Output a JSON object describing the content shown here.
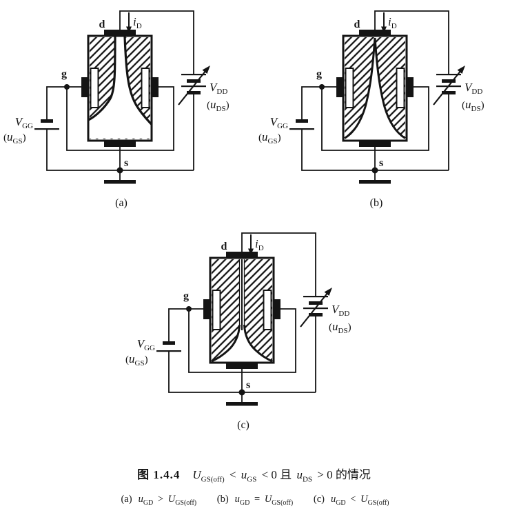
{
  "page": {
    "background": "#ffffff",
    "ink": "#141414"
  },
  "figure": {
    "subfigures": [
      {
        "letter": "(a)",
        "terminals": {
          "drain": "d",
          "gate": "g",
          "source": "s"
        },
        "current": {
          "sym": "i",
          "sub": "D"
        },
        "gate_supply": {
          "sym": "V",
          "sub": "GG"
        },
        "gate_voltage": {
          "pre": "(",
          "sym": "u",
          "sub": "GS",
          "post": ")"
        },
        "drain_supply": {
          "sym": "V",
          "sub": "DD"
        },
        "drain_voltage": {
          "pre": "(",
          "sym": "u",
          "sub": "DS",
          "post": ")"
        }
      },
      {
        "letter": "(b)",
        "terminals": {
          "drain": "d",
          "gate": "g",
          "source": "s"
        },
        "current": {
          "sym": "i",
          "sub": "D"
        },
        "gate_supply": {
          "sym": "V",
          "sub": "GG"
        },
        "gate_voltage": {
          "pre": "(",
          "sym": "u",
          "sub": "GS",
          "post": ")"
        },
        "drain_supply": {
          "sym": "V",
          "sub": "DD"
        },
        "drain_voltage": {
          "pre": "(",
          "sym": "u",
          "sub": "DS",
          "post": ")"
        }
      },
      {
        "letter": "(c)",
        "terminals": {
          "drain": "d",
          "gate": "g",
          "source": "s"
        },
        "current": {
          "sym": "i",
          "sub": "D"
        },
        "gate_supply": {
          "sym": "V",
          "sub": "GG"
        },
        "gate_voltage": {
          "pre": "(",
          "sym": "u",
          "sub": "GS",
          "post": ")"
        },
        "drain_supply": {
          "sym": "V",
          "sub": "DD"
        },
        "drain_voltage": {
          "pre": "(",
          "sym": "u",
          "sub": "DS",
          "post": ")"
        }
      }
    ]
  },
  "caption": {
    "prefix": "图 1.4.4",
    "terms": [
      {
        "sym": "U",
        "sub": "GS(off)"
      },
      {
        "op": "<"
      },
      {
        "sym": "u",
        "sub": "GS"
      },
      {
        "op": "< 0 且"
      },
      {
        "sym": "u",
        "sub": "DS"
      },
      {
        "op": "> 0 的情况"
      }
    ]
  },
  "subcaption": {
    "items": [
      {
        "letter": "(a)",
        "lhs": {
          "sym": "u",
          "sub": "GD"
        },
        "op": ">",
        "rhs": {
          "sym": "U",
          "sub": "GS(off)"
        }
      },
      {
        "letter": "(b)",
        "lhs": {
          "sym": "u",
          "sub": "GD"
        },
        "op": "=",
        "rhs": {
          "sym": "U",
          "sub": "GS(off)"
        }
      },
      {
        "letter": "(c)",
        "lhs": {
          "sym": "u",
          "sub": "GD"
        },
        "op": "<",
        "rhs": {
          "sym": "U",
          "sub": "GS(off)"
        }
      }
    ]
  }
}
